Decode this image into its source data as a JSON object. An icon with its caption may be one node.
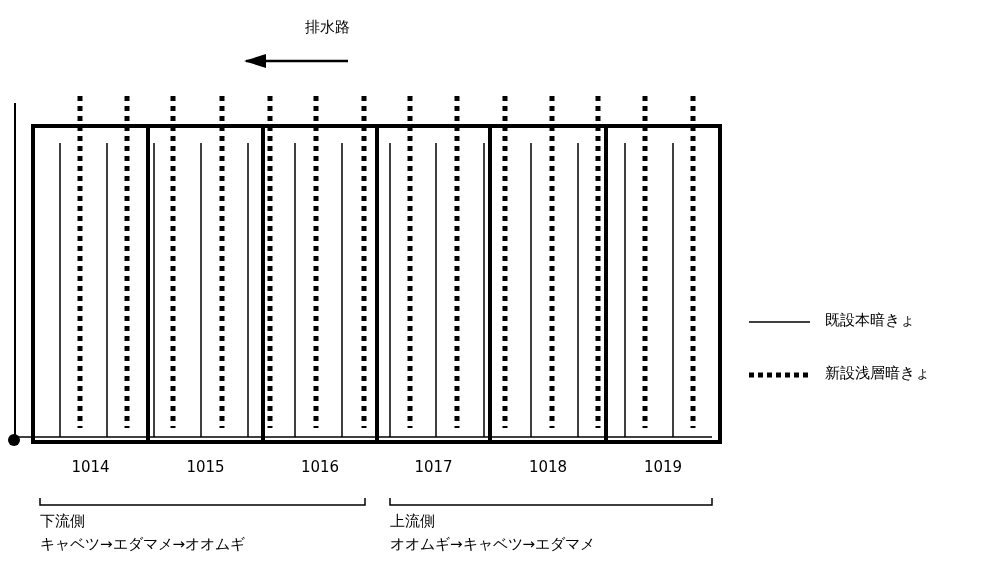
{
  "diagram": {
    "nodes": [
      {
        "text": [
          "1014"
        ]
      },
      {
        "text": [
          "1015"
        ]
      },
      {
        "text": [
          "1016"
        ]
      },
      {
        "text": [
          "1017"
        ]
      },
      {
        "text": [
          "1018"
        ]
      },
      {
        "text": [
          "1019"
        ]
      }
    ],
    "labels": [
      "排水路",
      "下流側",
      "キャベツ→エダマメ→オオムギ",
      "上流側",
      "オオムギ→キャベツ→エダマメ"
    ],
    "legend": [
      {
        "text": "既設本暗きょ"
      },
      {
        "text": "新設浅層暗きょ"
      }
    ]
  }
}
